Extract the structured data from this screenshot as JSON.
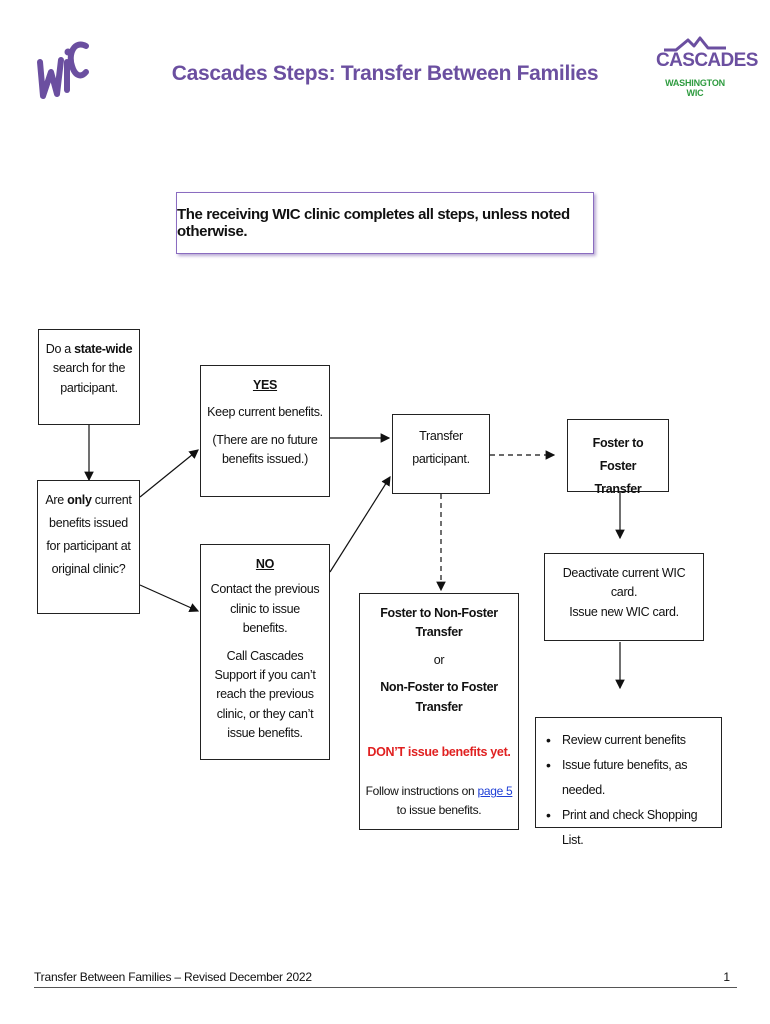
{
  "header": {
    "title": "Cascades Steps: Transfer Between Families",
    "wic_logo_text": "WIC",
    "cascades_logo": {
      "name": "CASCADES",
      "sub": "WASHINGTON WIC"
    }
  },
  "banner": "The receiving WIC clinic completes all steps, unless noted otherwise.",
  "boxes": {
    "search": {
      "pre": "Do a ",
      "bold": "state-wide",
      "post": " search for the participant."
    },
    "only_current": {
      "pre": "Are ",
      "bold": "only",
      "post": " current benefits issued for participant at original clinic?"
    },
    "yes": {
      "heading": "YES",
      "line1": "Keep current benefits.",
      "line2": "(There are no future benefits issued.)"
    },
    "no": {
      "heading": "NO",
      "line1": "Contact the previous clinic to issue benefits.",
      "line2": "Call Cascades Support if you can’t reach the previous clinic, or they can’t issue benefits."
    },
    "transfer": {
      "text": "Transfer participant."
    },
    "foster_to_foster": {
      "text": "Foster to Foster Transfer"
    },
    "non_foster": {
      "line1": "Foster to Non-Foster Transfer",
      "or": "or",
      "line2": "Non-Foster to Foster Transfer",
      "warning": "DON’T issue benefits yet.",
      "follow_pre": "Follow instructions on ",
      "follow_link": "page 5",
      "follow_post": " to issue benefits."
    },
    "deactivate": {
      "line1": "Deactivate current WIC card.",
      "line2": "Issue new WIC card."
    },
    "review": {
      "items": [
        "Review current benefits",
        "Issue future benefits, as needed.",
        "Print and check Shopping List."
      ]
    }
  },
  "footer": {
    "text": "Transfer Between Families – Revised December 2022",
    "page": "1"
  },
  "colors": {
    "title": "#6b4fa0",
    "banner_border": "#8a6cc0",
    "warning": "#e02020",
    "link": "#1f3fd6",
    "logo_green": "#2e9b3f"
  }
}
